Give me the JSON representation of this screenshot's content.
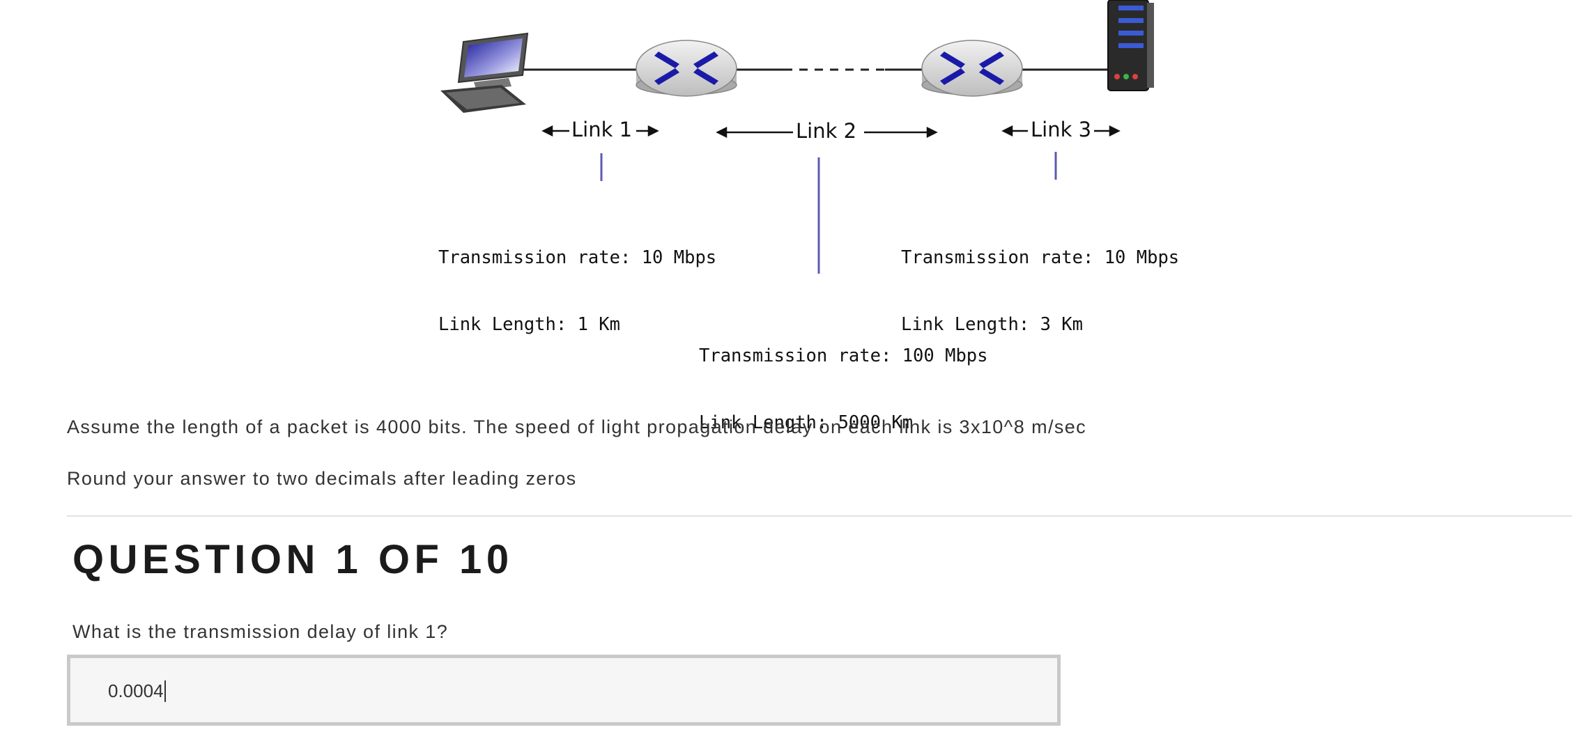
{
  "diagram": {
    "links": [
      {
        "label": "Link 1",
        "rate_text": "Transmission rate: 10 Mbps",
        "length_text": "Link Length: 1 Km"
      },
      {
        "label": "Link 2",
        "rate_text": "Transmission rate: 100 Mbps",
        "length_text": "Link Length: 5000 Km"
      },
      {
        "label": "Link 3",
        "rate_text": "Transmission rate: 10 Mbps",
        "length_text": "Link Length: 3 Km"
      }
    ],
    "colors": {
      "router_x": "#1a1aa8",
      "callout_line": "#5b5bb5",
      "server_body": "#2a2a2a"
    }
  },
  "intro": {
    "assumption": "Assume the length of a packet is 4000 bits. The speed of light propagation delay on each link is 3x10^8 m/sec",
    "rounding": "Round your answer to two decimals after leading zeros"
  },
  "question": {
    "heading": "QUESTION 1 OF 10",
    "prompt": "What is the transmission delay of link 1?",
    "answer_value": "0.0004"
  }
}
